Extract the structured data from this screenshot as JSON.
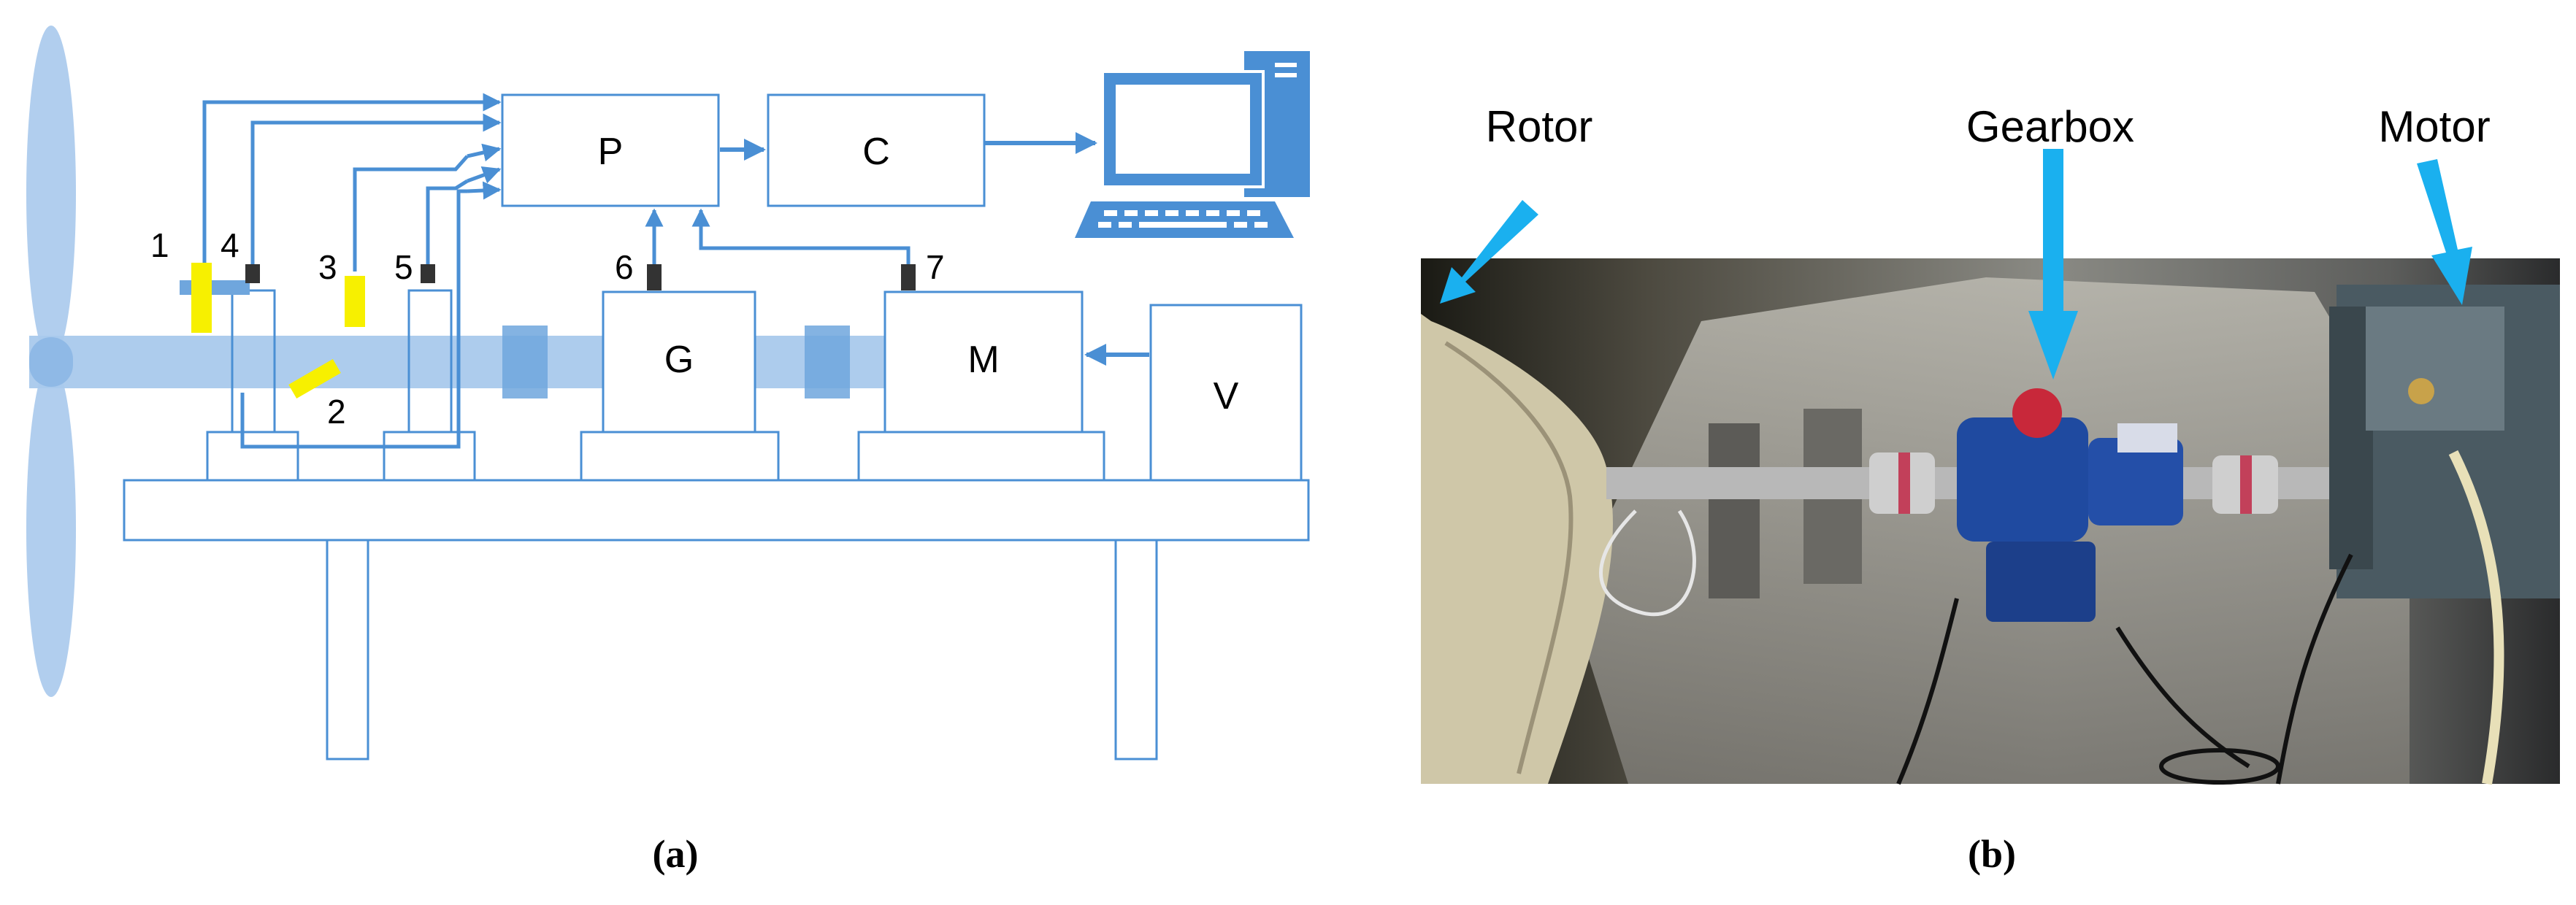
{
  "panel_a": {
    "caption": "(a)",
    "blocks": {
      "processor": "P",
      "controller": "C",
      "gearbox": "G",
      "motor": "M",
      "drive": "V"
    },
    "sensors": {
      "s1": "1",
      "s2": "2",
      "s3": "3",
      "s4": "4",
      "s5": "5",
      "s6": "6",
      "s7": "7"
    }
  },
  "panel_b": {
    "caption": "(b)",
    "labels": {
      "rotor": "Rotor",
      "gearbox": "Gearbox",
      "motor": "Motor"
    }
  },
  "colors": {
    "outline": "#4a8fd4",
    "shaft": "#a9c9ec",
    "coupling": "#6fa6dd",
    "sensor_yellow": "#f7f000",
    "sensor_dark": "#333333",
    "callout_arrow": "#1ab0ef",
    "computer": "#4a8fd4"
  },
  "icons": [
    "computer-icon",
    "wind-turbine-blade-icon"
  ]
}
